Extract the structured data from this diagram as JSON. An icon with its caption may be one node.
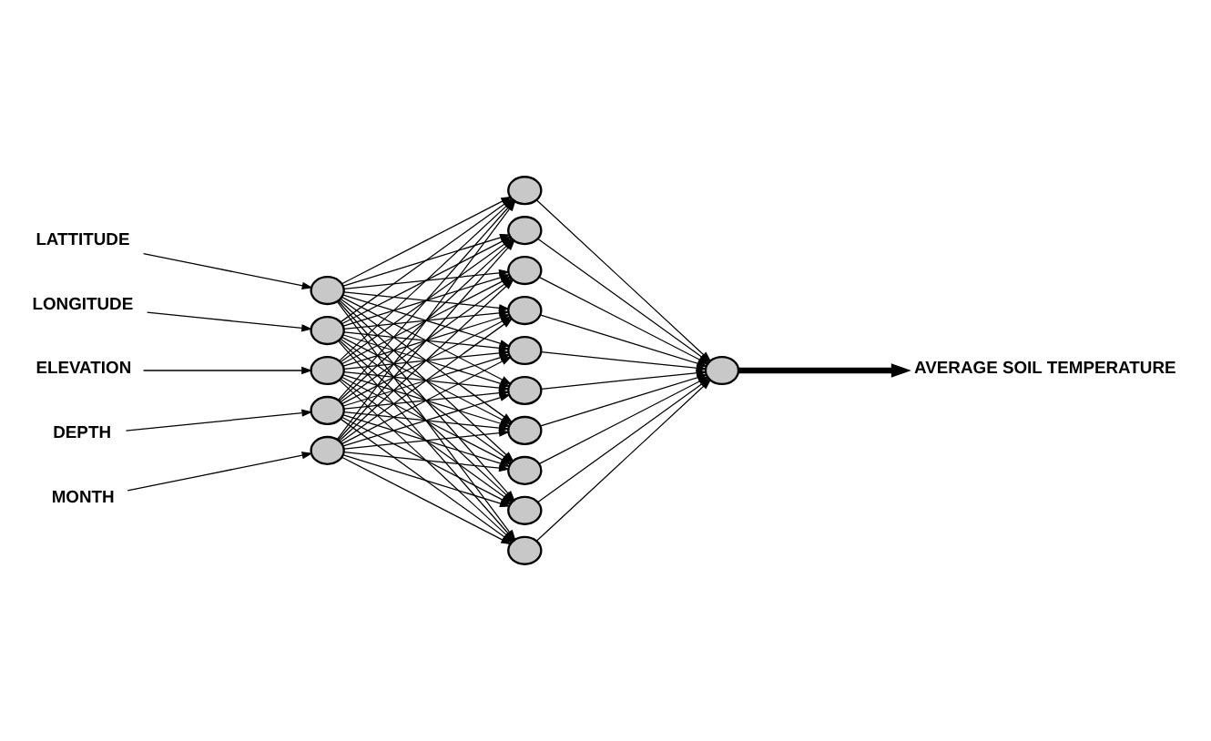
{
  "diagram": {
    "nodes": [
      {
        "text": [
          "LATTITUDE"
        ]
      },
      {
        "text": [
          "LONGITUDE"
        ]
      },
      {
        "text": [
          "ELEVATION"
        ]
      },
      {
        "text": [
          "DEPTH"
        ]
      },
      {
        "text": [
          "MONTH"
        ]
      },
      {
        "text": [],
        "shape": "circle"
      },
      {
        "text": [],
        "shape": "circle"
      },
      {
        "text": [],
        "shape": "circle"
      },
      {
        "text": [],
        "shape": "circle"
      },
      {
        "text": [],
        "shape": "circle"
      },
      {
        "text": [],
        "shape": "circle"
      },
      {
        "text": [],
        "shape": "circle"
      },
      {
        "text": [],
        "shape": "circle"
      },
      {
        "text": [],
        "shape": "circle"
      },
      {
        "text": [],
        "shape": "circle"
      },
      {
        "text": [],
        "shape": "circle"
      },
      {
        "text": [],
        "shape": "circle"
      },
      {
        "text": [],
        "shape": "circle"
      },
      {
        "text": [],
        "shape": "circle"
      },
      {
        "text": [],
        "shape": "circle"
      },
      {
        "text": [],
        "shape": "circle"
      },
      {
        "text": [
          "AVERAGE SOIL TEMPERATURE"
        ]
      }
    ],
    "edges": [
      {
        "from": 0,
        "to": 5,
        "arrow": "to"
      },
      {
        "from": 1,
        "to": 6,
        "arrow": "to"
      },
      {
        "from": 2,
        "to": 7,
        "arrow": "to"
      },
      {
        "from": 3,
        "to": 8,
        "arrow": "to"
      },
      {
        "from": 4,
        "to": 9,
        "arrow": "to"
      },
      {
        "from": 5,
        "to": 10,
        "arrow": "to"
      },
      {
        "from": 5,
        "to": 11,
        "arrow": "to"
      },
      {
        "from": 5,
        "to": 12,
        "arrow": "to"
      },
      {
        "from": 5,
        "to": 13,
        "arrow": "to"
      },
      {
        "from": 5,
        "to": 14,
        "arrow": "to"
      },
      {
        "from": 5,
        "to": 15,
        "arrow": "to"
      },
      {
        "from": 5,
        "to": 16,
        "arrow": "to"
      },
      {
        "from": 5,
        "to": 17,
        "arrow": "to"
      },
      {
        "from": 5,
        "to": 18,
        "arrow": "to"
      },
      {
        "from": 5,
        "to": 19,
        "arrow": "to"
      },
      {
        "from": 6,
        "to": 10,
        "arrow": "to"
      },
      {
        "from": 6,
        "to": 11,
        "arrow": "to"
      },
      {
        "from": 6,
        "to": 12,
        "arrow": "to"
      },
      {
        "from": 6,
        "to": 13,
        "arrow": "to"
      },
      {
        "from": 6,
        "to": 14,
        "arrow": "to"
      },
      {
        "from": 6,
        "to": 15,
        "arrow": "to"
      },
      {
        "from": 6,
        "to": 16,
        "arrow": "to"
      },
      {
        "from": 6,
        "to": 17,
        "arrow": "to"
      },
      {
        "from": 6,
        "to": 18,
        "arrow": "to"
      },
      {
        "from": 6,
        "to": 19,
        "arrow": "to"
      },
      {
        "from": 7,
        "to": 10,
        "arrow": "to"
      },
      {
        "from": 7,
        "to": 11,
        "arrow": "to"
      },
      {
        "from": 7,
        "to": 12,
        "arrow": "to"
      },
      {
        "from": 7,
        "to": 13,
        "arrow": "to"
      },
      {
        "from": 7,
        "to": 14,
        "arrow": "to"
      },
      {
        "from": 7,
        "to": 15,
        "arrow": "to"
      },
      {
        "from": 7,
        "to": 16,
        "arrow": "to"
      },
      {
        "from": 7,
        "to": 17,
        "arrow": "to"
      },
      {
        "from": 7,
        "to": 18,
        "arrow": "to"
      },
      {
        "from": 7,
        "to": 19,
        "arrow": "to"
      },
      {
        "from": 8,
        "to": 10,
        "arrow": "to"
      },
      {
        "from": 8,
        "to": 11,
        "arrow": "to"
      },
      {
        "from": 8,
        "to": 12,
        "arrow": "to"
      },
      {
        "from": 8,
        "to": 13,
        "arrow": "to"
      },
      {
        "from": 8,
        "to": 14,
        "arrow": "to"
      },
      {
        "from": 8,
        "to": 15,
        "arrow": "to"
      },
      {
        "from": 8,
        "to": 16,
        "arrow": "to"
      },
      {
        "from": 8,
        "to": 17,
        "arrow": "to"
      },
      {
        "from": 8,
        "to": 18,
        "arrow": "to"
      },
      {
        "from": 8,
        "to": 19,
        "arrow": "to"
      },
      {
        "from": 9,
        "to": 10,
        "arrow": "to"
      },
      {
        "from": 9,
        "to": 11,
        "arrow": "to"
      },
      {
        "from": 9,
        "to": 12,
        "arrow": "to"
      },
      {
        "from": 9,
        "to": 13,
        "arrow": "to"
      },
      {
        "from": 9,
        "to": 14,
        "arrow": "to"
      },
      {
        "from": 9,
        "to": 15,
        "arrow": "to"
      },
      {
        "from": 9,
        "to": 16,
        "arrow": "to"
      },
      {
        "from": 9,
        "to": 17,
        "arrow": "to"
      },
      {
        "from": 9,
        "to": 18,
        "arrow": "to"
      },
      {
        "from": 9,
        "to": 19,
        "arrow": "to"
      },
      {
        "from": 10,
        "to": 20,
        "arrow": "to"
      },
      {
        "from": 11,
        "to": 20,
        "arrow": "to"
      },
      {
        "from": 12,
        "to": 20,
        "arrow": "to"
      },
      {
        "from": 13,
        "to": 20,
        "arrow": "to"
      },
      {
        "from": 14,
        "to": 20,
        "arrow": "to"
      },
      {
        "from": 15,
        "to": 20,
        "arrow": "to"
      },
      {
        "from": 16,
        "to": 20,
        "arrow": "to"
      },
      {
        "from": 17,
        "to": 20,
        "arrow": "to"
      },
      {
        "from": 18,
        "to": 20,
        "arrow": "to"
      },
      {
        "from": 19,
        "to": 20,
        "arrow": "to"
      },
      {
        "from": 20,
        "to": 21,
        "arrow": "to",
        "style": "thick"
      }
    ]
  }
}
